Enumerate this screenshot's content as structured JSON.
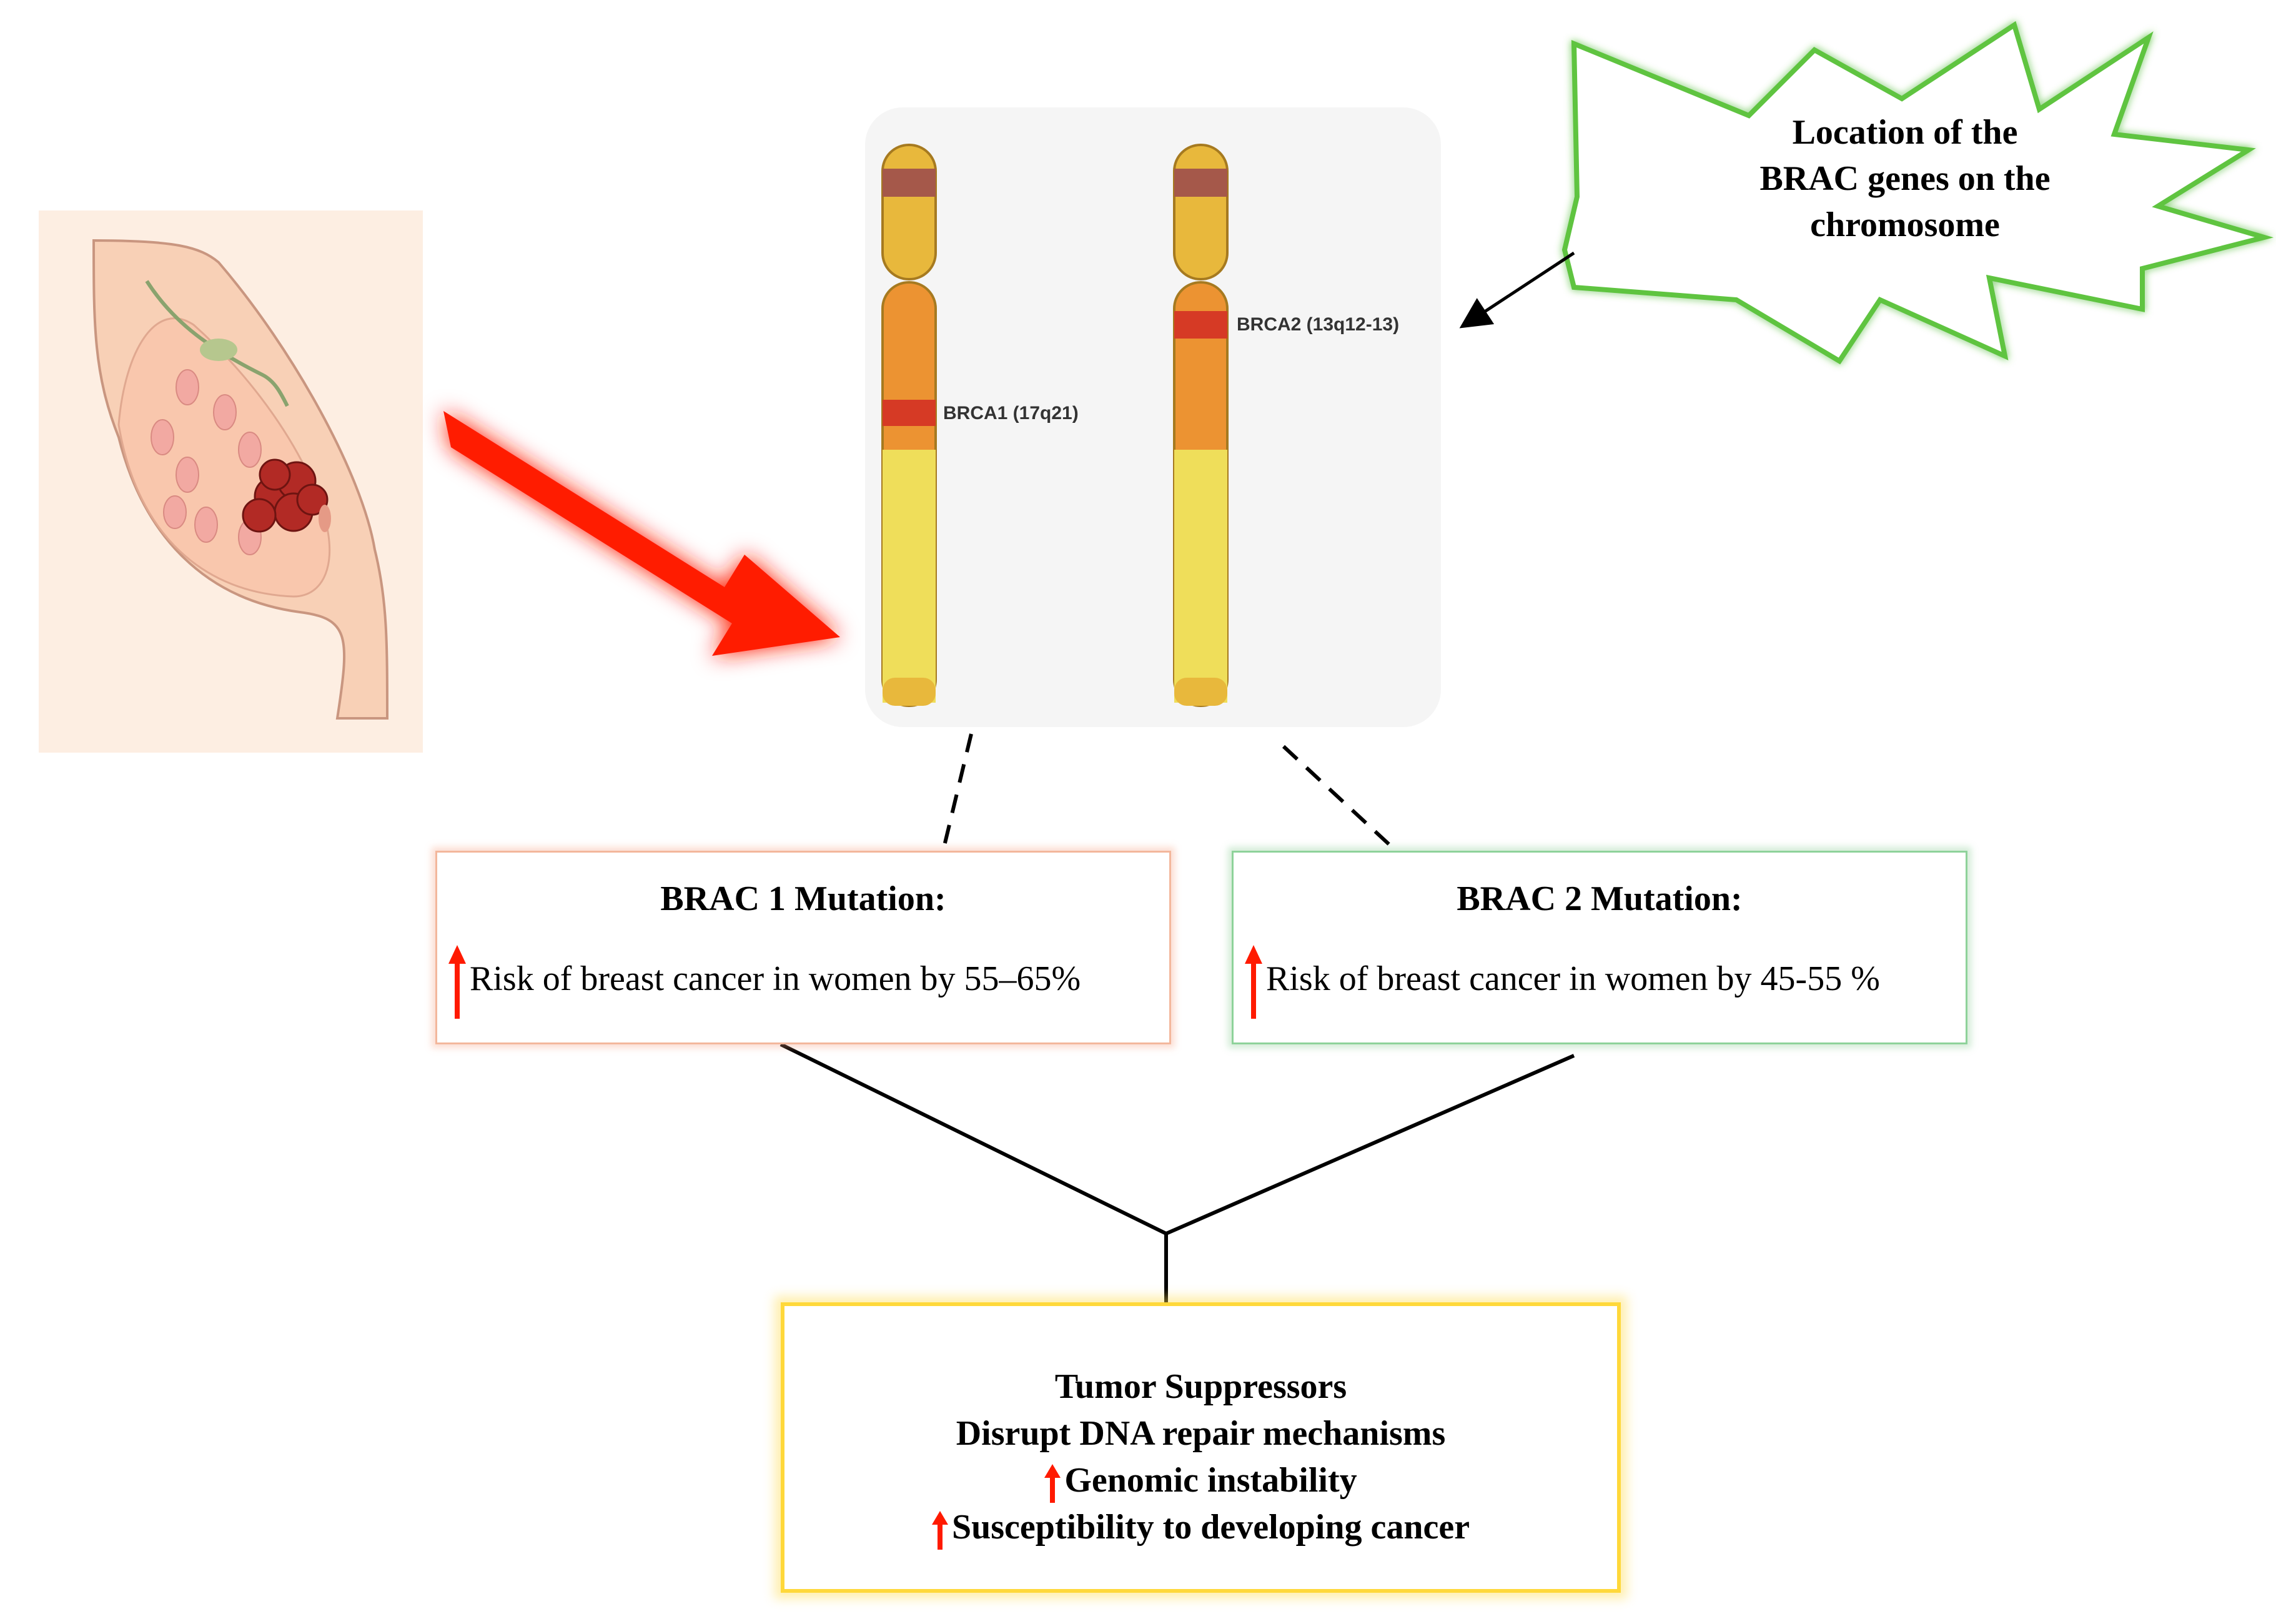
{
  "callout": {
    "lines": [
      "Location of  the",
      "BRAC genes on the",
      "chromosome"
    ]
  },
  "chromosomes": {
    "brca1_label": "BRCA1 (17q21)",
    "brca2_label": "BRCA2 (13q12-13)"
  },
  "brca1_box": {
    "title": "BRAC 1 Mutation:",
    "text": "Risk of breast cancer in women by 55–65%"
  },
  "brca2_box": {
    "title": "BRAC 2 Mutation:",
    "text": "Risk of breast cancer in women by 45-55 %"
  },
  "outcome_box": {
    "line1": "Tumor  Suppressors",
    "line2": "Disrupt  DNA  repair mechanisms",
    "line3": "Genomic instability",
    "line4": "Susceptibility to developing cancer"
  },
  "colors": {
    "arrow_red": "#ff1a00",
    "star_green": "#5ec440",
    "box1_border": "#f3b79c",
    "box2_border": "#8ed29a",
    "box3_border": "#ffd83a",
    "band_red": "#d63a25"
  },
  "icons": [
    "breast-tumor-illustration",
    "red-diagonal-arrow",
    "chromosome-icon",
    "up-arrow-icon",
    "starburst-callout"
  ]
}
